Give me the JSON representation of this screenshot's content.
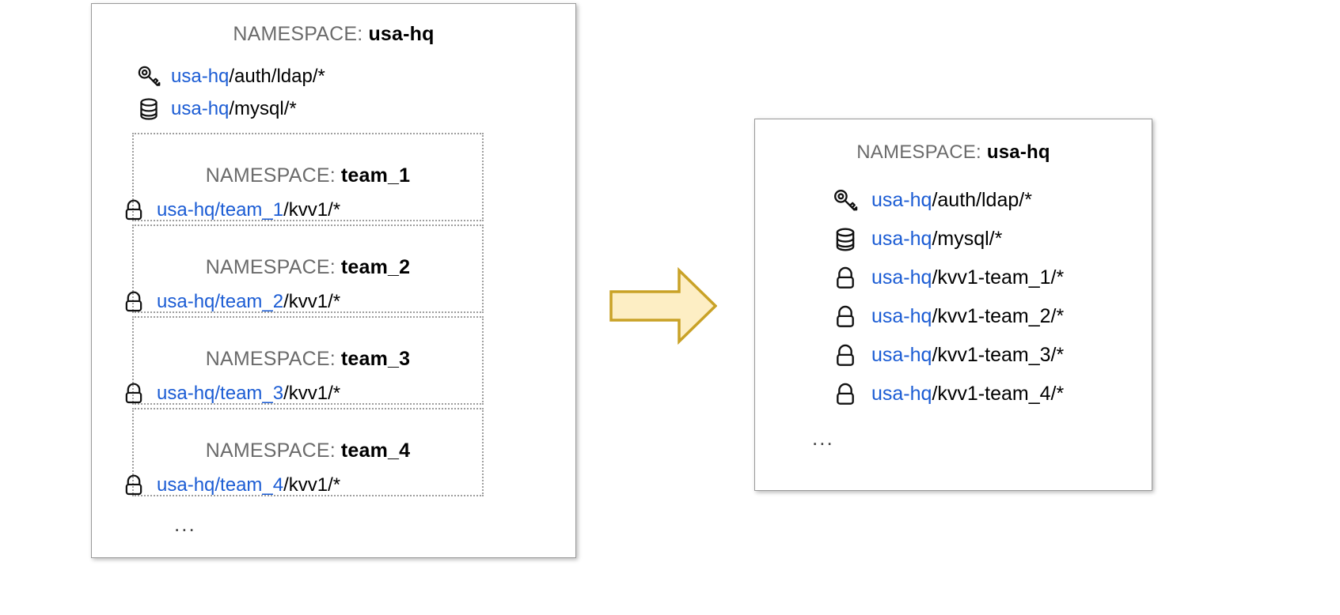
{
  "diagram": {
    "title_text": "NAMESPACE",
    "label_prefix": "NAMESPACE:",
    "colors": {
      "link_blue": "#1b5cd4",
      "label_gray": "#6b6b6b",
      "panel_border": "#9a9a9a",
      "dotted_border": "#9e9e9e",
      "arrow_fill": "#fdeec4",
      "arrow_stroke": "#c9a227",
      "text_black": "#000000"
    }
  },
  "left_panel": {
    "namespace_label": "NAMESPACE:",
    "namespace_value": "usa-hq",
    "root_entries": [
      {
        "icon": "key-icon",
        "prefix": "usa-hq",
        "suffix": "/auth/ldap/*"
      },
      {
        "icon": "database-icon",
        "prefix": "usa-hq",
        "suffix": "/mysql/*"
      }
    ],
    "team_boxes": [
      {
        "namespace_label": "NAMESPACE:",
        "namespace_value": "team_1",
        "icon": "lock-icon",
        "prefix": "usa-hq/team_1",
        "suffix": "/kvv1/*"
      },
      {
        "namespace_label": "NAMESPACE:",
        "namespace_value": "team_2",
        "icon": "lock-icon",
        "prefix": "usa-hq/team_2",
        "suffix": "/kvv1/*"
      },
      {
        "namespace_label": "NAMESPACE:",
        "namespace_value": "team_3",
        "icon": "lock-icon",
        "prefix": "usa-hq/team_3",
        "suffix": "/kvv1/*"
      },
      {
        "namespace_label": "NAMESPACE:",
        "namespace_value": "team_4",
        "icon": "lock-icon",
        "prefix": "usa-hq/team_4",
        "suffix": "/kvv1/*"
      }
    ],
    "ellipsis": "..."
  },
  "arrow": {
    "icon": "right-block-arrow-icon",
    "direction": "right"
  },
  "right_panel": {
    "namespace_label": "NAMESPACE:",
    "namespace_value": "usa-hq",
    "entries": [
      {
        "icon": "key-icon",
        "prefix": "usa-hq",
        "suffix": "/auth/ldap/*"
      },
      {
        "icon": "database-icon",
        "prefix": "usa-hq",
        "suffix": "/mysql/*"
      },
      {
        "icon": "lock-icon",
        "prefix": "usa-hq",
        "suffix": "/kvv1-team_1/*"
      },
      {
        "icon": "lock-icon",
        "prefix": "usa-hq",
        "suffix": "/kvv1-team_2/*"
      },
      {
        "icon": "lock-icon",
        "prefix": "usa-hq",
        "suffix": "/kvv1-team_3/*"
      },
      {
        "icon": "lock-icon",
        "prefix": "usa-hq",
        "suffix": "/kvv1-team_4/*"
      }
    ],
    "ellipsis": "..."
  }
}
